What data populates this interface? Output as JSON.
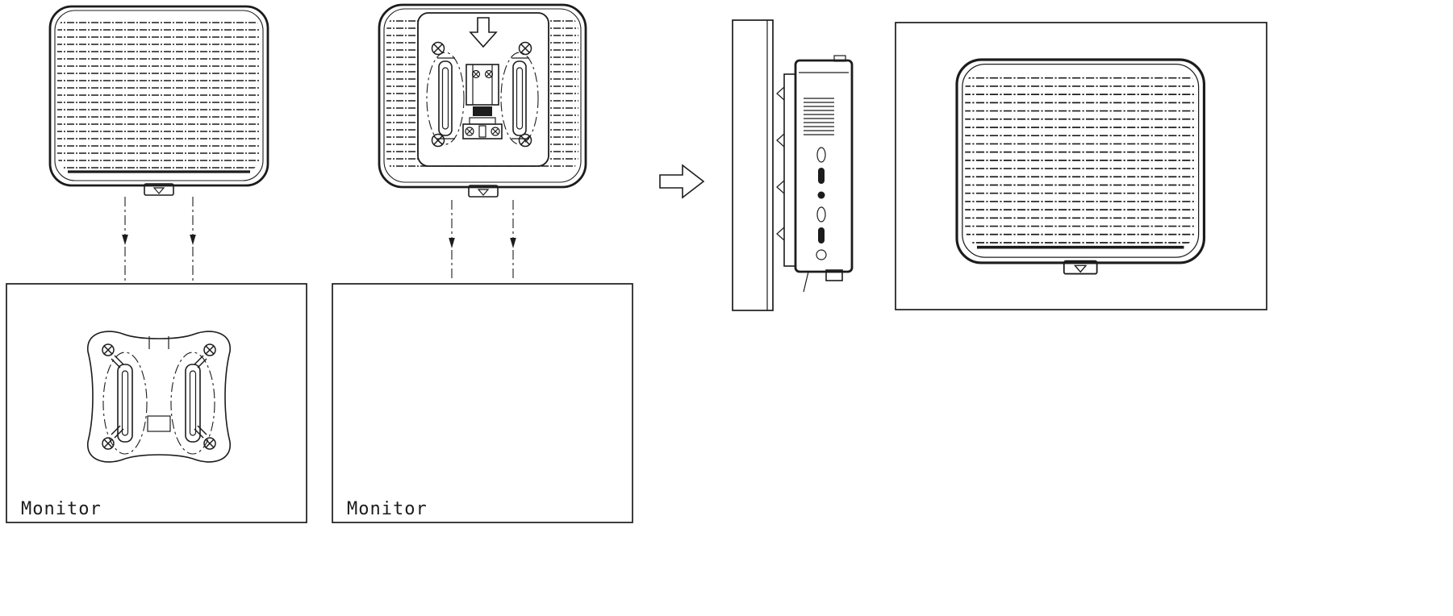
{
  "page": {
    "background_color": "#ffffff",
    "line_color": "#1c1c1c"
  },
  "labels": {
    "monitor_left": "Monitor",
    "monitor_right": "Monitor"
  },
  "icons": {
    "insert_direction_arrow": "down-arrow",
    "result_arrow": "right-arrow",
    "tab_alignment_mark": "▽"
  }
}
